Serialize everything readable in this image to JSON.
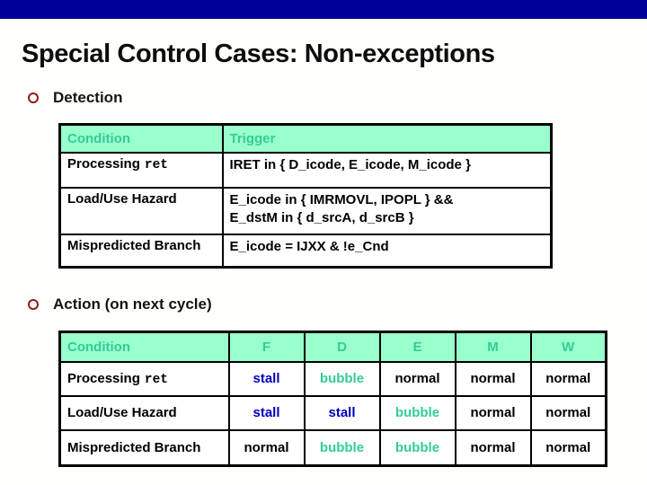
{
  "slide": {
    "title": "Special Control Cases: Non-exceptions",
    "sections": {
      "detection": {
        "heading": "Detection"
      },
      "action": {
        "heading": "Action (on next cycle)"
      }
    }
  },
  "detection_table": {
    "headers": [
      "Condition",
      "Trigger"
    ],
    "rows": [
      {
        "condition": "Processing",
        "condition_code": "ret",
        "trigger_lines": [
          "IRET in { D_icode, E_icode, M_icode }"
        ]
      },
      {
        "condition": "Load/Use Hazard",
        "trigger_lines": [
          "E_icode in { IMRMOVL, IPOPL } &&",
          "E_dstM in { d_srcA, d_srcB }"
        ]
      },
      {
        "condition": "Mispredicted Branch",
        "trigger_lines": [
          "E_icode = IJXX & !e_Cnd"
        ]
      }
    ]
  },
  "action_table": {
    "headers": [
      "Condition",
      "F",
      "D",
      "E",
      "M",
      "W"
    ],
    "rows": [
      {
        "condition": "Processing",
        "condition_code": "ret",
        "stages": [
          "stall",
          "bubble",
          "normal",
          "normal",
          "normal"
        ]
      },
      {
        "condition": "Load/Use Hazard",
        "stages": [
          "stall",
          "stall",
          "bubble",
          "normal",
          "normal"
        ]
      },
      {
        "condition": "Mispredicted Branch",
        "stages": [
          "normal",
          "bubble",
          "bubble",
          "normal",
          "normal"
        ]
      }
    ]
  },
  "stage_colors": {
    "stall": "#0000bb",
    "bubble": "#33cc99",
    "normal": "#000000"
  },
  "colors": {
    "top_bar": "#000099",
    "table_header_bg": "#99ffcc",
    "table_header_text": "#33cc99",
    "bullet_ring": "#8e1c1c",
    "title_text": "#0d0d0d"
  }
}
